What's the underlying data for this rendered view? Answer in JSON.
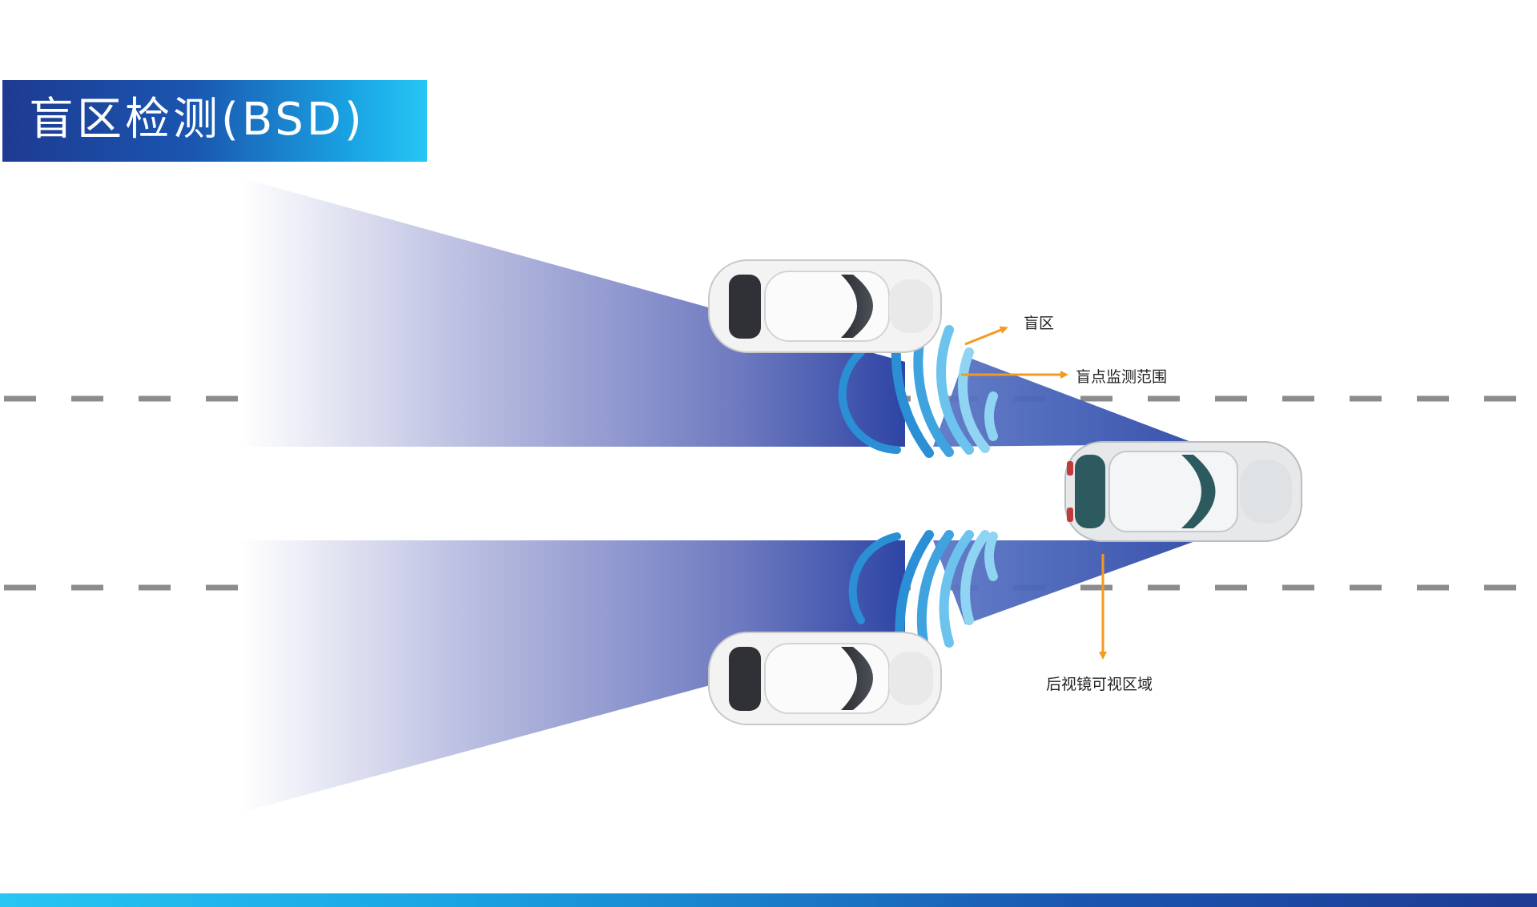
{
  "title": "盲区检测(BSD)",
  "labels": {
    "blind_zone": "盲区",
    "monitoring_range": "盲点监测范围",
    "mirror_view": "后视镜可视区域"
  },
  "colors": {
    "banner_dark": "#1e3a92",
    "banner_light": "#27c6f3",
    "zone_blue": "#3b4fa8",
    "arc_blue": "#2a8fd4",
    "arc_light": "#8fd4f2",
    "arrow_orange": "#f39a1f",
    "lane_dash": "#8c8c8c"
  },
  "icons": [
    "sedan-car-icon",
    "hatchback-car-icon",
    "arrow-icon"
  ]
}
